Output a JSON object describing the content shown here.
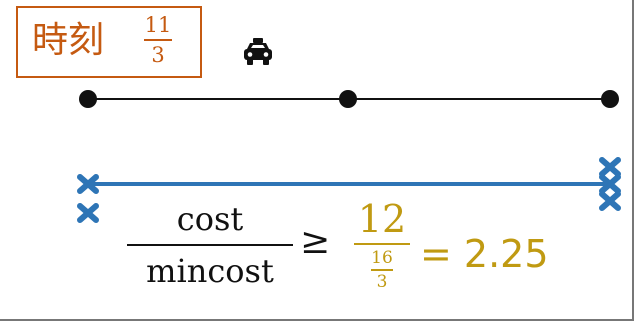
{
  "time_box": {
    "label": "時刻",
    "numerator": "11",
    "denominator": "3",
    "color": "#c55a11"
  },
  "taxi_icon": "taxi-icon",
  "top_line": {
    "points": 3,
    "color": "#111111"
  },
  "bottom_line": {
    "color": "#2e75b6",
    "marker": "x",
    "marker_color": "#2e75b6"
  },
  "inequality": {
    "left_numerator": "cost",
    "left_denominator": "mincost",
    "relation": "≥",
    "right_numerator": "12",
    "right_den_numerator": "16",
    "right_den_denominator": "3",
    "result": "= 2.25",
    "accent_color": "#c09a12"
  }
}
